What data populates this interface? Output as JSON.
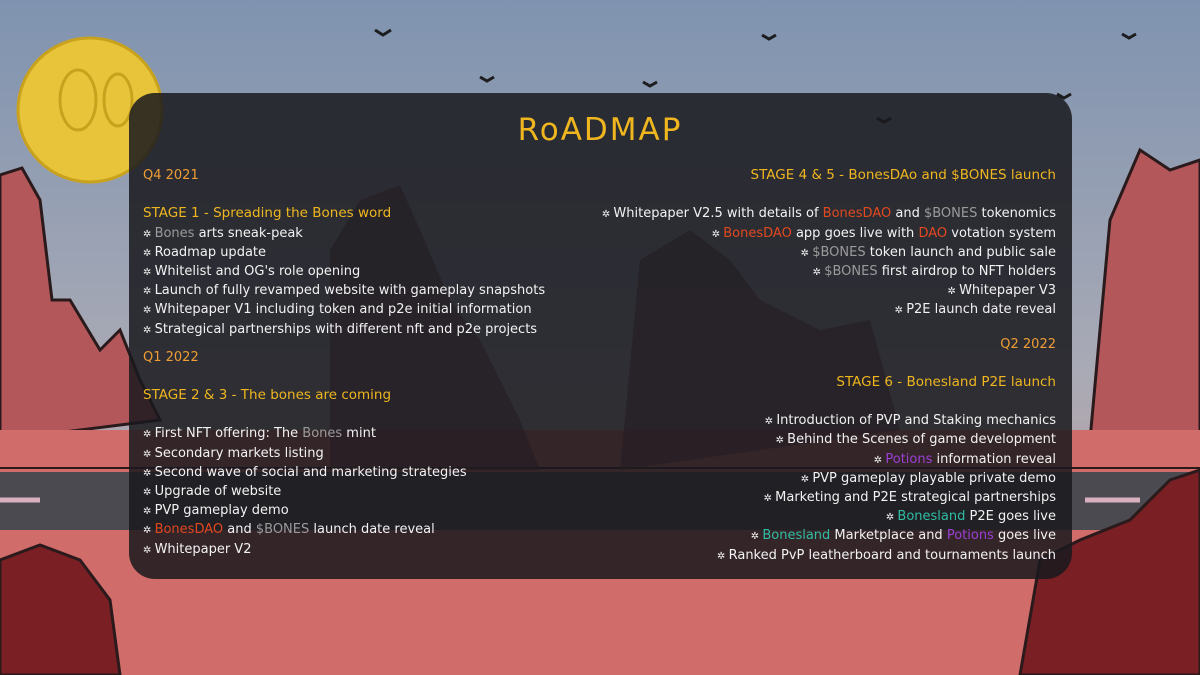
{
  "title": "RoADMAP",
  "left": {
    "q4": "Q4 2021",
    "stage1": {
      "title": "STAGE 1 - Spreading the Bones word",
      "item1_kw": "Bones",
      "item1_rest": " arts sneak-peak",
      "item2": "Roadmap update",
      "item3": "Whitelist and OG's role opening",
      "item4": "Launch of fully revamped website with gameplay snapshots",
      "item5": "Whitepaper V1 including token and p2e initial information",
      "item6": "Strategical partnerships with different nft and p2e projects"
    },
    "q1": "Q1 2022",
    "stage23": {
      "title": "STAGE 2 & 3 - The bones are coming",
      "item1_pre": "First NFT offering: The ",
      "item1_kw": "Bones",
      "item1_post": " mint",
      "item2": "Secondary markets listing",
      "item3": "Second wave of social and marketing strategies",
      "item4": "Upgrade of website",
      "item5": "PVP gameplay demo",
      "item6_kw1": "BonesDAO",
      "item6_mid": " and ",
      "item6_kw2": "$BONES",
      "item6_post": " launch date reveal",
      "item7": "Whitepaper V2"
    }
  },
  "right": {
    "stage45": {
      "title_pre": "STAGE 4 & 5 - BonesDAo and ",
      "title_kw": "$",
      "title_post": "BONES launch",
      "item1_pre": "Whitepaper V2.5 with details of ",
      "item1_kw1": "BonesDAO",
      "item1_mid": " and ",
      "item1_kw2": "$BONES",
      "item1_post": " tokenomics",
      "item2_kw1": "BonesDAO",
      "item2_mid": " app goes live with ",
      "item2_kw2": "DAO",
      "item2_post": " votation system",
      "item3_kw": "$BONES",
      "item3_post": " token launch and public sale",
      "item4_kw": "$BONES",
      "item4_post": " first airdrop to NFT holders",
      "item5": "Whitepaper V3",
      "item6": "P2E launch date reveal"
    },
    "q2": "Q2 2022",
    "stage6": {
      "title": "STAGE 6 - Bonesland P2E launch",
      "item1": "Introduction of PVP and Staking mechanics",
      "item2": "Behind the Scenes of game development",
      "item3_kw": "Potions",
      "item3_post": " information reveal",
      "item4": "PVP gameplay playable private demo",
      "item5": "Marketing and P2E strategical partnerships",
      "item6_kw": "Bonesland",
      "item6_post": " P2E goes live",
      "item7_kw1": "Bonesland",
      "item7_mid": " Marketplace and ",
      "item7_kw2": "Potions",
      "item7_post": " goes live",
      "item8": "Ranked PvP leatherboard and tournaments launch"
    }
  },
  "colors": {
    "sky": "#8fa0b8",
    "sun": "#e7c43a",
    "panel": "#1a1a1e",
    "accent": "#efb61f",
    "bonesdao": "#e2481f",
    "token": "#9b9b9b",
    "potions": "#9b3fd6",
    "bonesland": "#2fbda3"
  }
}
